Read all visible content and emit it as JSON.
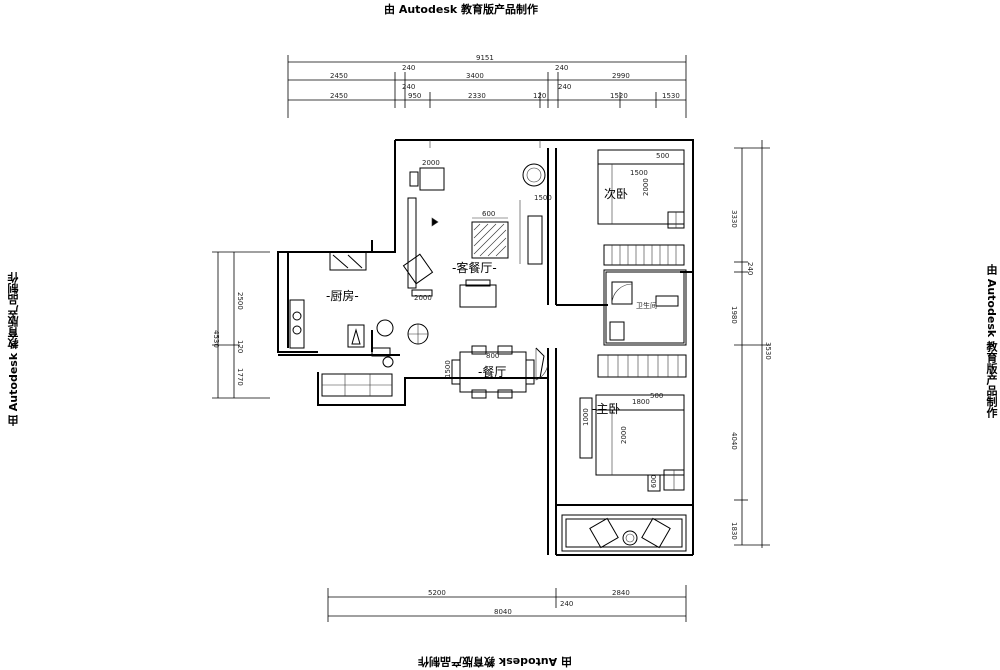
{
  "watermarks": {
    "top": "由 Autodesk 教育版产品制作",
    "bottom": "由 Autodesk 教育版产品制作",
    "left": "由 Autodesk 教育版产品制作",
    "right": "由 Autodesk 教育版产品制作"
  },
  "rooms": {
    "living_dining": "-客餐厅-",
    "kitchen": "-厨房-",
    "dining": "-餐厅",
    "second_bedroom": "次卧",
    "bathroom": "卫生间",
    "master_bedroom": "-主卧"
  },
  "dimensions": {
    "top_total": "9151",
    "top_row2": [
      "2450",
      "240",
      "3400",
      "240",
      "2990"
    ],
    "top_row3": [
      "2450",
      "240",
      "950",
      "2330",
      "120",
      "240",
      "1520",
      "1530"
    ],
    "right": [
      "3330",
      "240",
      "1980",
      "3530",
      "4040",
      "1830"
    ],
    "left": [
      "2500",
      "4530",
      "120",
      "1770"
    ],
    "bottom_row1": [
      "5200",
      "2840"
    ],
    "bottom_row2": "8040",
    "bottom_small": "240"
  },
  "furniture_labels": {
    "tv_cabinet": "2000",
    "coffee_table": "600",
    "sofa": "1500",
    "side": "2000",
    "dining_table_w": "800",
    "dining_table_h": "1500",
    "bed2_w": "1500",
    "bed2_h": "2000",
    "bed2_night": "500",
    "master_w": "1800",
    "master_h": "2000",
    "master_night": "500",
    "wardrobe": "600",
    "tv": "1000"
  }
}
